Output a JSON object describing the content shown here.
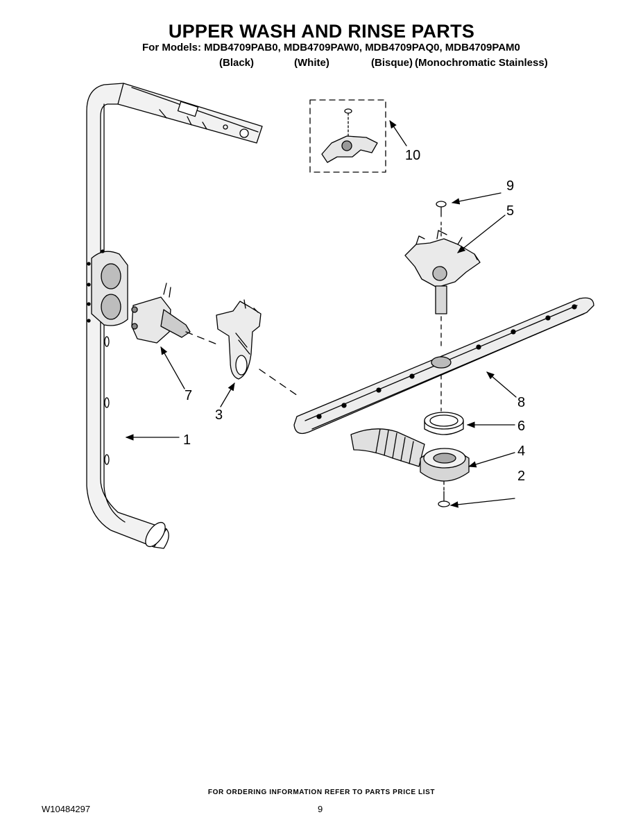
{
  "header": {
    "title": "UPPER WASH AND RINSE PARTS",
    "models_line": "For Models: MDB4709PAB0, MDB4709PAW0, MDB4709PAQ0, MDB4709PAM0",
    "variants": [
      "(Black)",
      "(White)",
      "(Bisque)",
      "(Monochromatic Stainless)"
    ]
  },
  "callouts": {
    "c1": "1",
    "c2": "2",
    "c3": "3",
    "c4": "4",
    "c5": "5",
    "c6": "6",
    "c7": "7",
    "c8": "8",
    "c9": "9",
    "c10": "10"
  },
  "footer": {
    "ordering_note": "FOR ORDERING INFORMATION REFER TO PARTS PRICE LIST",
    "doc_number": "W10484297",
    "page_number": "9"
  }
}
